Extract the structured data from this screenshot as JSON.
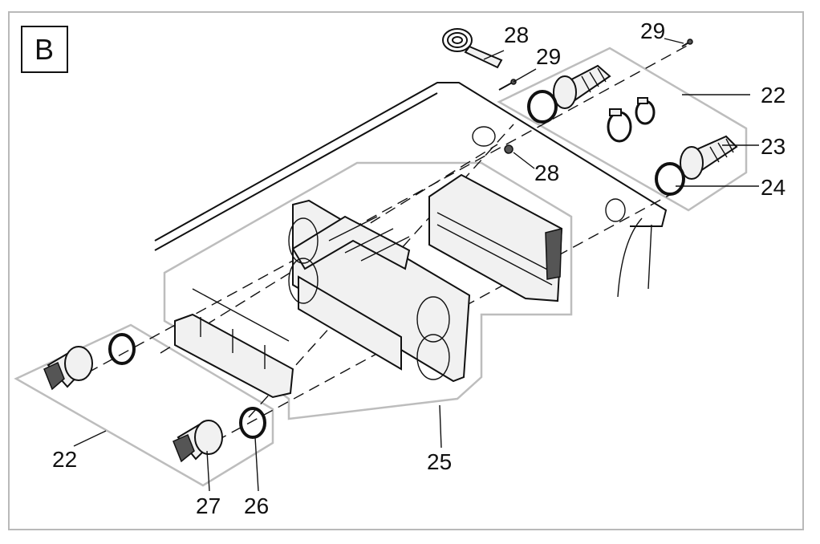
{
  "panel": {
    "letter": "B"
  },
  "callouts": {
    "c28_top": "28",
    "c29_mid": "29",
    "c29_right": "29",
    "c22_right": "22",
    "c23": "23",
    "c28_mid": "28",
    "c24": "24",
    "c22_left": "22",
    "c25": "25",
    "c27": "27",
    "c26": "26"
  }
}
